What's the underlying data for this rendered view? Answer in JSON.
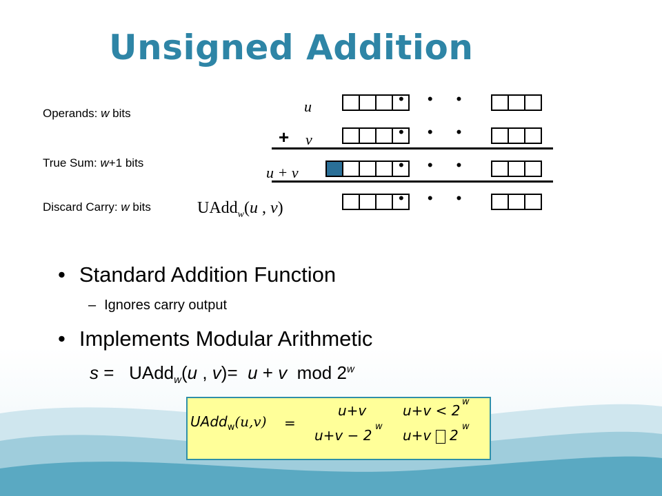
{
  "slide": {
    "title": "Unsigned Addition",
    "labels": {
      "operands": "Operands: ",
      "operands_var": "w",
      "operands_suffix": " bits",
      "true_sum": "True Sum: ",
      "true_sum_var": "w",
      "true_sum_suffix": "+1 bits",
      "discard": "Discard Carry: ",
      "discard_var": "w",
      "discard_suffix": " bits"
    },
    "diagram": {
      "u": "u",
      "plus": "+",
      "v": "v",
      "sum": "u + v",
      "uadd_name": "UAdd",
      "uadd_sub": "w",
      "uadd_args_open": "(",
      "uadd_arg1": "u",
      "uadd_comma": " , ",
      "uadd_arg2": "v",
      "uadd_args_close": ")",
      "ellipsis": "• • •",
      "carry_color": "#2a6f97"
    },
    "bullets": [
      {
        "text": "Standard Addition Function",
        "sub": "Ignores carry output"
      },
      {
        "text": "Implements Modular Arithmetic"
      }
    ],
    "sub_dash": "–",
    "bullet_dot": "•",
    "equation": {
      "s": "s",
      "eq1": " = ",
      "uadd": "UAdd",
      "sub": "w",
      "open": "(",
      "u": "u",
      "comma": " , ",
      "v": "v",
      "close": ")= ",
      "u2": "u",
      "plus": " + ",
      "v2": "v",
      "mod": " mod 2",
      "exp": "w"
    },
    "piecewise": {
      "lhs_name": "UAdd",
      "lhs_sub": "w",
      "lhs_args": "(u,v)",
      "equals": "=",
      "brace_top": "",
      "brace_bot": "",
      "case1_value": "u+v",
      "case1_cond": "u+v < 2",
      "case1_exp": "w",
      "case2_value": "u+v − 2",
      "case2_value_exp": "w",
      "case2_cond": "u+v ",
      "case2_cond_tail": " 2",
      "case2_exp": "w"
    }
  }
}
